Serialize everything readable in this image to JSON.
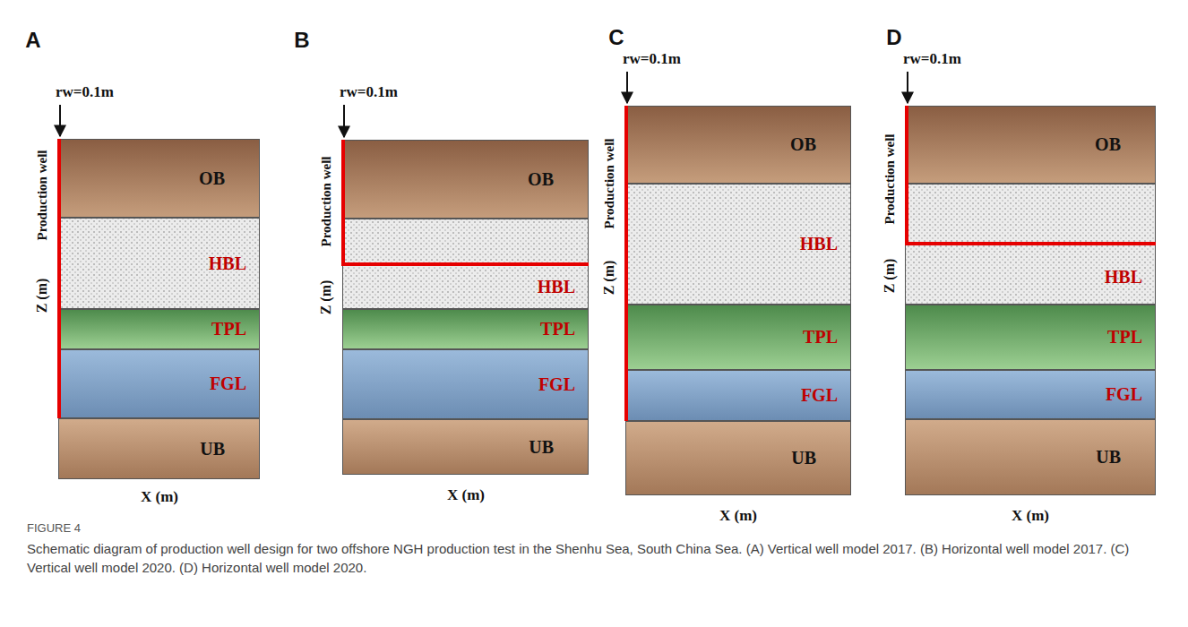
{
  "diagram": {
    "caption": "Schematic diagram of production well design for two offshore NGH production test in the Shenhu Sea, South China Sea. (A) Vertical well model 2017. (B) Horizontal well model 2017. (C) Vertical well model 2020. (D) Horizontal well model 2020.",
    "nodes": [
      {
        "text": [
          "OB"
        ]
      },
      {
        "text": [
          "HBL"
        ]
      },
      {
        "text": [
          "TPL"
        ]
      },
      {
        "text": [
          "FGL"
        ]
      },
      {
        "text": [
          "UB"
        ]
      },
      {
        "text": [
          "OB"
        ]
      },
      {
        "text": [
          "HBL"
        ]
      },
      {
        "text": [
          "TPL"
        ]
      },
      {
        "text": [
          "FGL"
        ]
      },
      {
        "text": [
          "UB"
        ]
      },
      {
        "text": [
          "OB"
        ]
      },
      {
        "text": [
          "HBL"
        ]
      },
      {
        "text": [
          "TPL"
        ]
      },
      {
        "text": [
          "FGL"
        ]
      },
      {
        "text": [
          "UB"
        ]
      },
      {
        "text": [
          "OB"
        ]
      },
      {
        "text": [
          "HBL"
        ]
      },
      {
        "text": [
          "TPL"
        ]
      },
      {
        "text": [
          "FGL"
        ]
      },
      {
        "text": [
          "UB"
        ]
      }
    ],
    "labels": [
      "A",
      "rw=0.1m",
      "Production well",
      "Z (m)",
      "X (m)",
      "B",
      "rw=0.1m",
      "Production well",
      "Z (m)",
      "X (m)",
      "C",
      "rw=0.1m",
      "Production well",
      "Z (m)",
      "X (m)",
      "D",
      "rw=0.1m",
      "Production well",
      "Z (m)",
      "X (m)",
      "FIGURE 4"
    ]
  }
}
